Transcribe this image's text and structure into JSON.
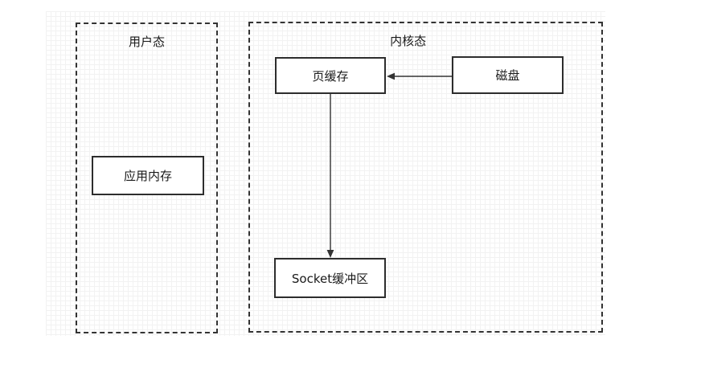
{
  "diagram": {
    "labels": {
      "user_mode": "用户态",
      "kernel_mode": "内核态",
      "app_memory": "应用内存",
      "page_cache": "页缓存",
      "disk": "磁盘",
      "socket_buffer": "Socket缓冲区"
    },
    "edges": [
      {
        "from": "disk",
        "to": "page_cache",
        "style": "solid-arrow",
        "direction": "left"
      },
      {
        "from": "page_cache",
        "to": "socket_buffer",
        "style": "solid-arrow",
        "direction": "down"
      }
    ],
    "colors": {
      "background": "#ffffff",
      "grid": "#f2f2f2",
      "stroke": "#333333",
      "text": "#1a1a1a"
    }
  }
}
